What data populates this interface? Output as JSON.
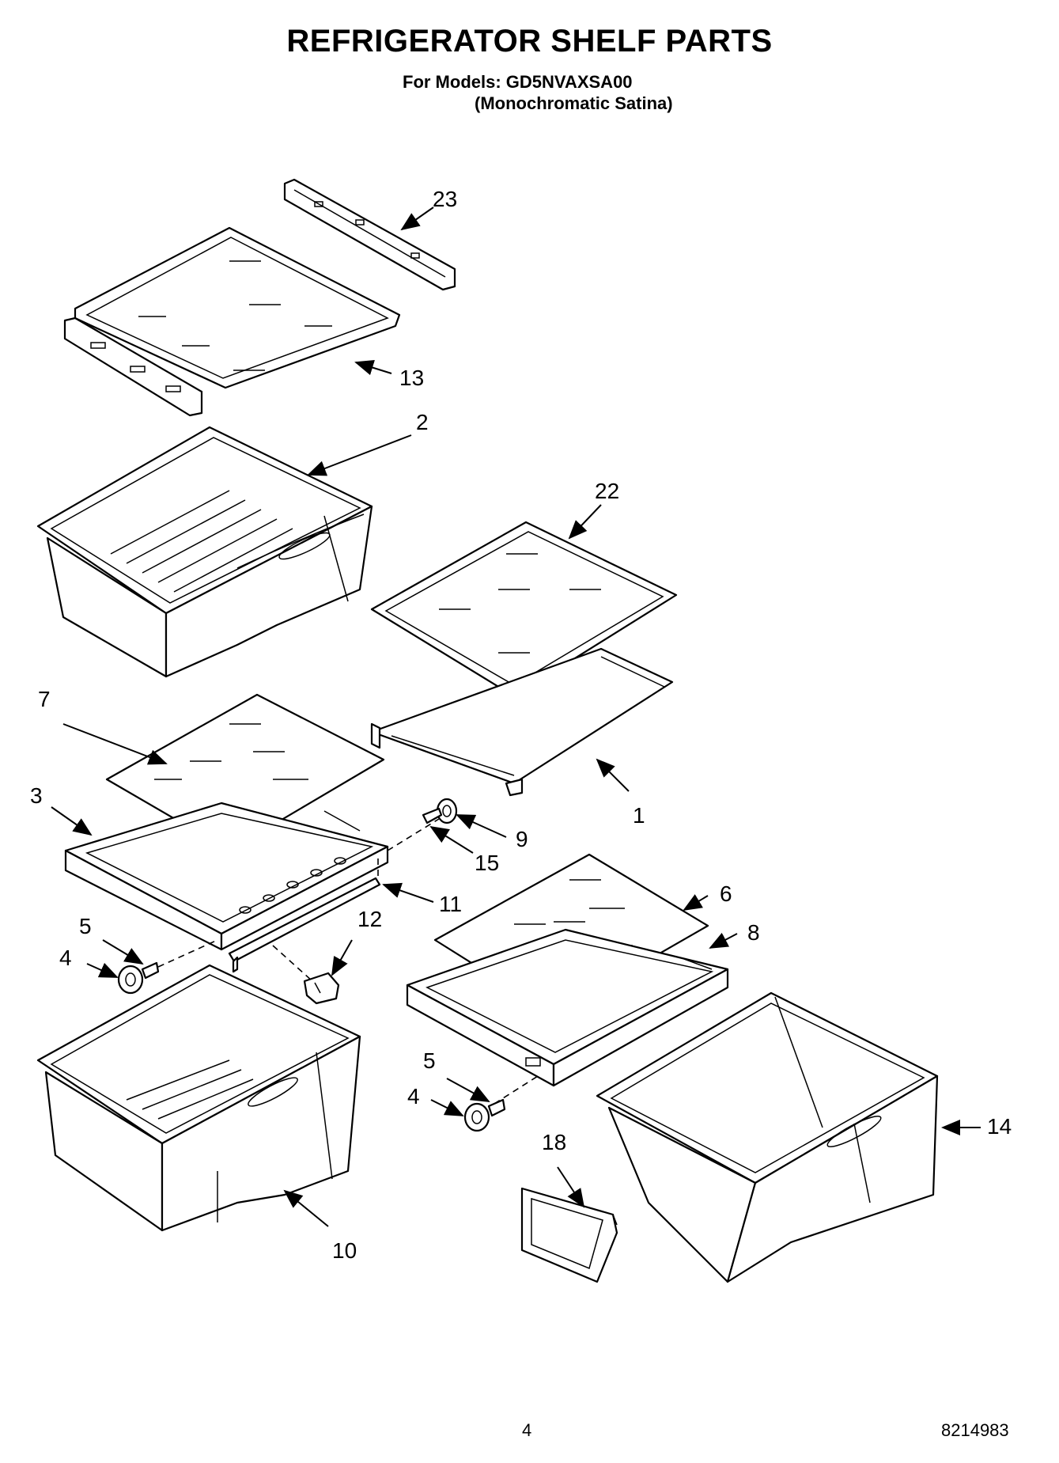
{
  "header": {
    "title": "REFRIGERATOR SHELF PARTS",
    "models_line": "For Models: GD5NVAXSA00",
    "variant_line": "(Monochromatic Satina)"
  },
  "footer": {
    "page_number": "4",
    "document_number": "8214983"
  },
  "callouts": {
    "c23": "23",
    "c13": "13",
    "c2": "2",
    "c22": "22",
    "c7": "7",
    "c1": "1",
    "c3": "3",
    "c9": "9",
    "c15": "15",
    "c11": "11",
    "c6": "6",
    "c12": "12",
    "c8": "8",
    "c5a": "5",
    "c4a": "4",
    "c5b": "5",
    "c4b": "4",
    "c18": "18",
    "c14": "14",
    "c10": "10"
  }
}
